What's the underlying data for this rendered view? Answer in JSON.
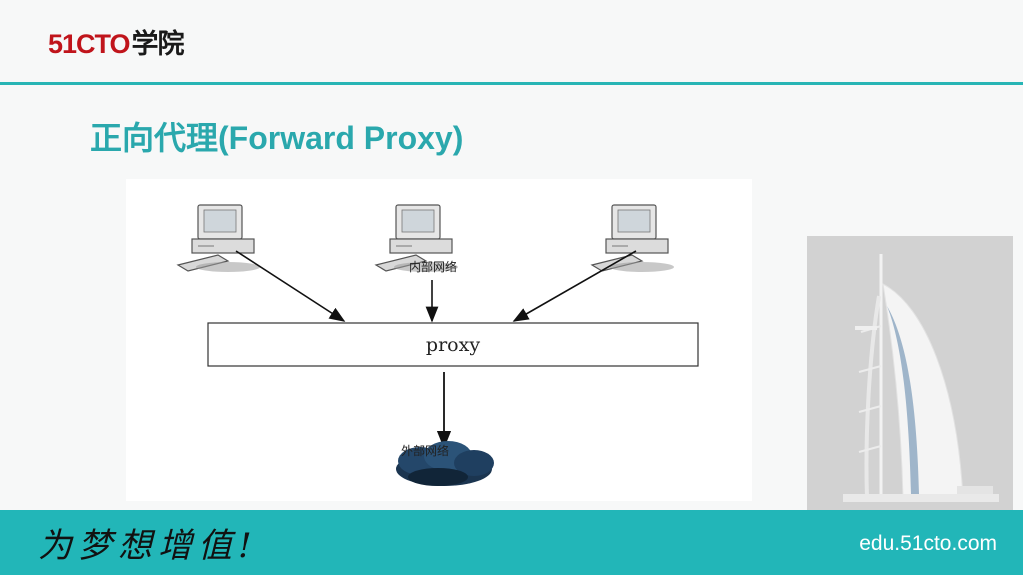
{
  "header": {
    "logo_brand": "51CTO",
    "logo_cn": "学院"
  },
  "slide": {
    "title": "正向代理(Forward Proxy)"
  },
  "diagram": {
    "internal_network_label": "内部网络",
    "proxy_label": "proxy",
    "external_network_label": "外部网络",
    "client_count": 3
  },
  "footer": {
    "slogan": "为梦想增值!",
    "site": "edu.51cto.com"
  },
  "colors": {
    "accent_teal": "#27b5b5",
    "title_teal": "#2aa8ad",
    "brand_red": "#c0141b"
  }
}
